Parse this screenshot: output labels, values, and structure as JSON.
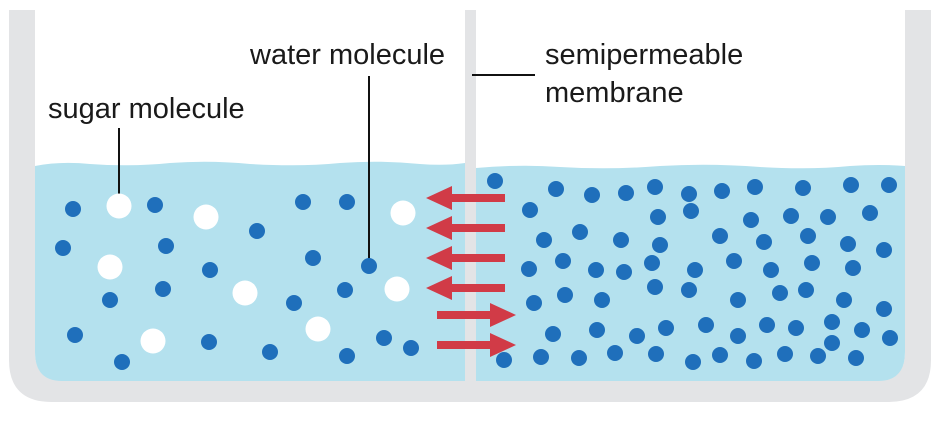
{
  "labels": {
    "sugar_molecule": "sugar molecule",
    "water_molecule": "water molecule",
    "membrane_line1": "semipermeable",
    "membrane_line2": "membrane"
  },
  "colors": {
    "container": "#e3e4e6",
    "water": "#b4e1ee",
    "water_molecule": "#1f6fbb",
    "sugar_molecule": "#ffffff",
    "arrow": "#d13b47",
    "leader_line": "#111111"
  },
  "arrows": {
    "leftward_count": 4,
    "rightward_count": 2
  }
}
